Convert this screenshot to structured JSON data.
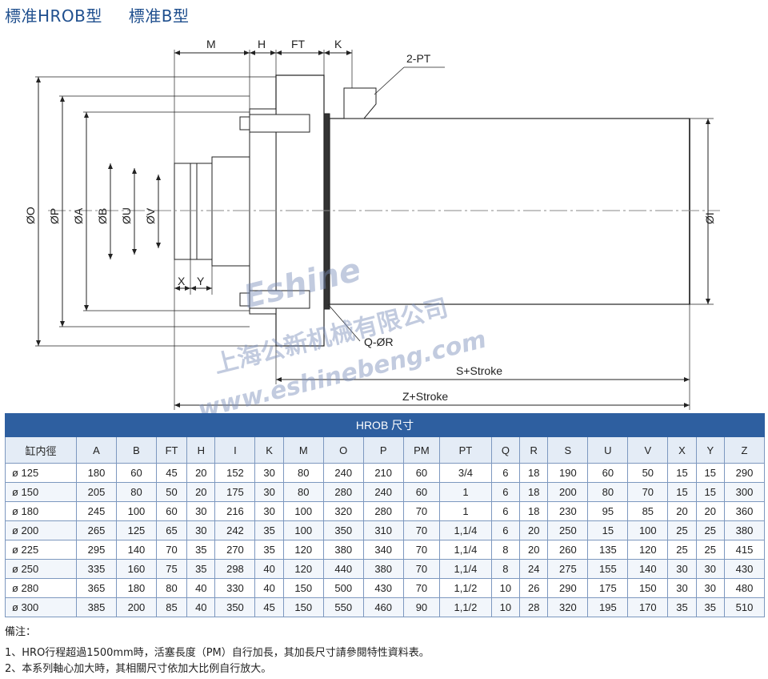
{
  "heading": {
    "title_hrob": "標准HROB型",
    "title_b": "標准B型"
  },
  "drawing": {
    "top_dims": [
      "M",
      "H",
      "FT",
      "K"
    ],
    "left_dims": [
      "ØO",
      "ØP",
      "ØA",
      "ØB",
      "ØU",
      "ØV"
    ],
    "right_dim": "ØI",
    "small_dims": [
      "X",
      "Y"
    ],
    "port_label": "2-PT",
    "hole_label": "Q-ØR",
    "stroke_labels": [
      "S+Stroke",
      "Z+Stroke"
    ]
  },
  "watermark": {
    "brand": "Eshine",
    "company": "上海公新机械有限公司",
    "url": "www.eshinebeng.com"
  },
  "table": {
    "caption": "HROB 尺寸",
    "headers": [
      "缸内徑",
      "A",
      "B",
      "FT",
      "H",
      "I",
      "K",
      "M",
      "O",
      "P",
      "PM",
      "PT",
      "Q",
      "R",
      "S",
      "U",
      "V",
      "X",
      "Y",
      "Z"
    ],
    "rows": [
      [
        "ø 125",
        "180",
        "60",
        "45",
        "20",
        "152",
        "30",
        "80",
        "240",
        "210",
        "60",
        "3/4",
        "6",
        "18",
        "190",
        "60",
        "50",
        "15",
        "15",
        "290"
      ],
      [
        "ø 150",
        "205",
        "80",
        "50",
        "20",
        "175",
        "30",
        "80",
        "280",
        "240",
        "60",
        "1",
        "6",
        "18",
        "200",
        "80",
        "70",
        "15",
        "15",
        "300"
      ],
      [
        "ø 180",
        "245",
        "100",
        "60",
        "30",
        "216",
        "30",
        "100",
        "320",
        "280",
        "70",
        "1",
        "6",
        "18",
        "230",
        "95",
        "85",
        "20",
        "20",
        "360"
      ],
      [
        "ø 200",
        "265",
        "125",
        "65",
        "30",
        "242",
        "35",
        "100",
        "350",
        "310",
        "70",
        "1,1/4",
        "6",
        "20",
        "250",
        "15",
        "100",
        "25",
        "25",
        "380"
      ],
      [
        "ø 225",
        "295",
        "140",
        "70",
        "35",
        "270",
        "35",
        "120",
        "380",
        "340",
        "70",
        "1,1/4",
        "8",
        "20",
        "260",
        "135",
        "120",
        "25",
        "25",
        "415"
      ],
      [
        "ø 250",
        "335",
        "160",
        "75",
        "35",
        "298",
        "40",
        "120",
        "440",
        "380",
        "70",
        "1,1/4",
        "8",
        "24",
        "275",
        "155",
        "140",
        "30",
        "30",
        "430"
      ],
      [
        "ø 280",
        "365",
        "180",
        "80",
        "40",
        "330",
        "40",
        "150",
        "500",
        "430",
        "70",
        "1,1/2",
        "10",
        "26",
        "290",
        "175",
        "150",
        "30",
        "30",
        "480"
      ],
      [
        "ø 300",
        "385",
        "200",
        "85",
        "40",
        "350",
        "45",
        "150",
        "550",
        "460",
        "90",
        "1,1/2",
        "10",
        "28",
        "320",
        "195",
        "170",
        "35",
        "35",
        "510"
      ]
    ]
  },
  "notes": {
    "title": "備注：",
    "items": [
      "1、HRO行程超過1500mm時，活塞長度（PM）自行加長，其加長尺寸請參閱特性資料表。",
      "2、本系列軸心加大時，其相關尺寸依加大比例自行放大。"
    ]
  }
}
